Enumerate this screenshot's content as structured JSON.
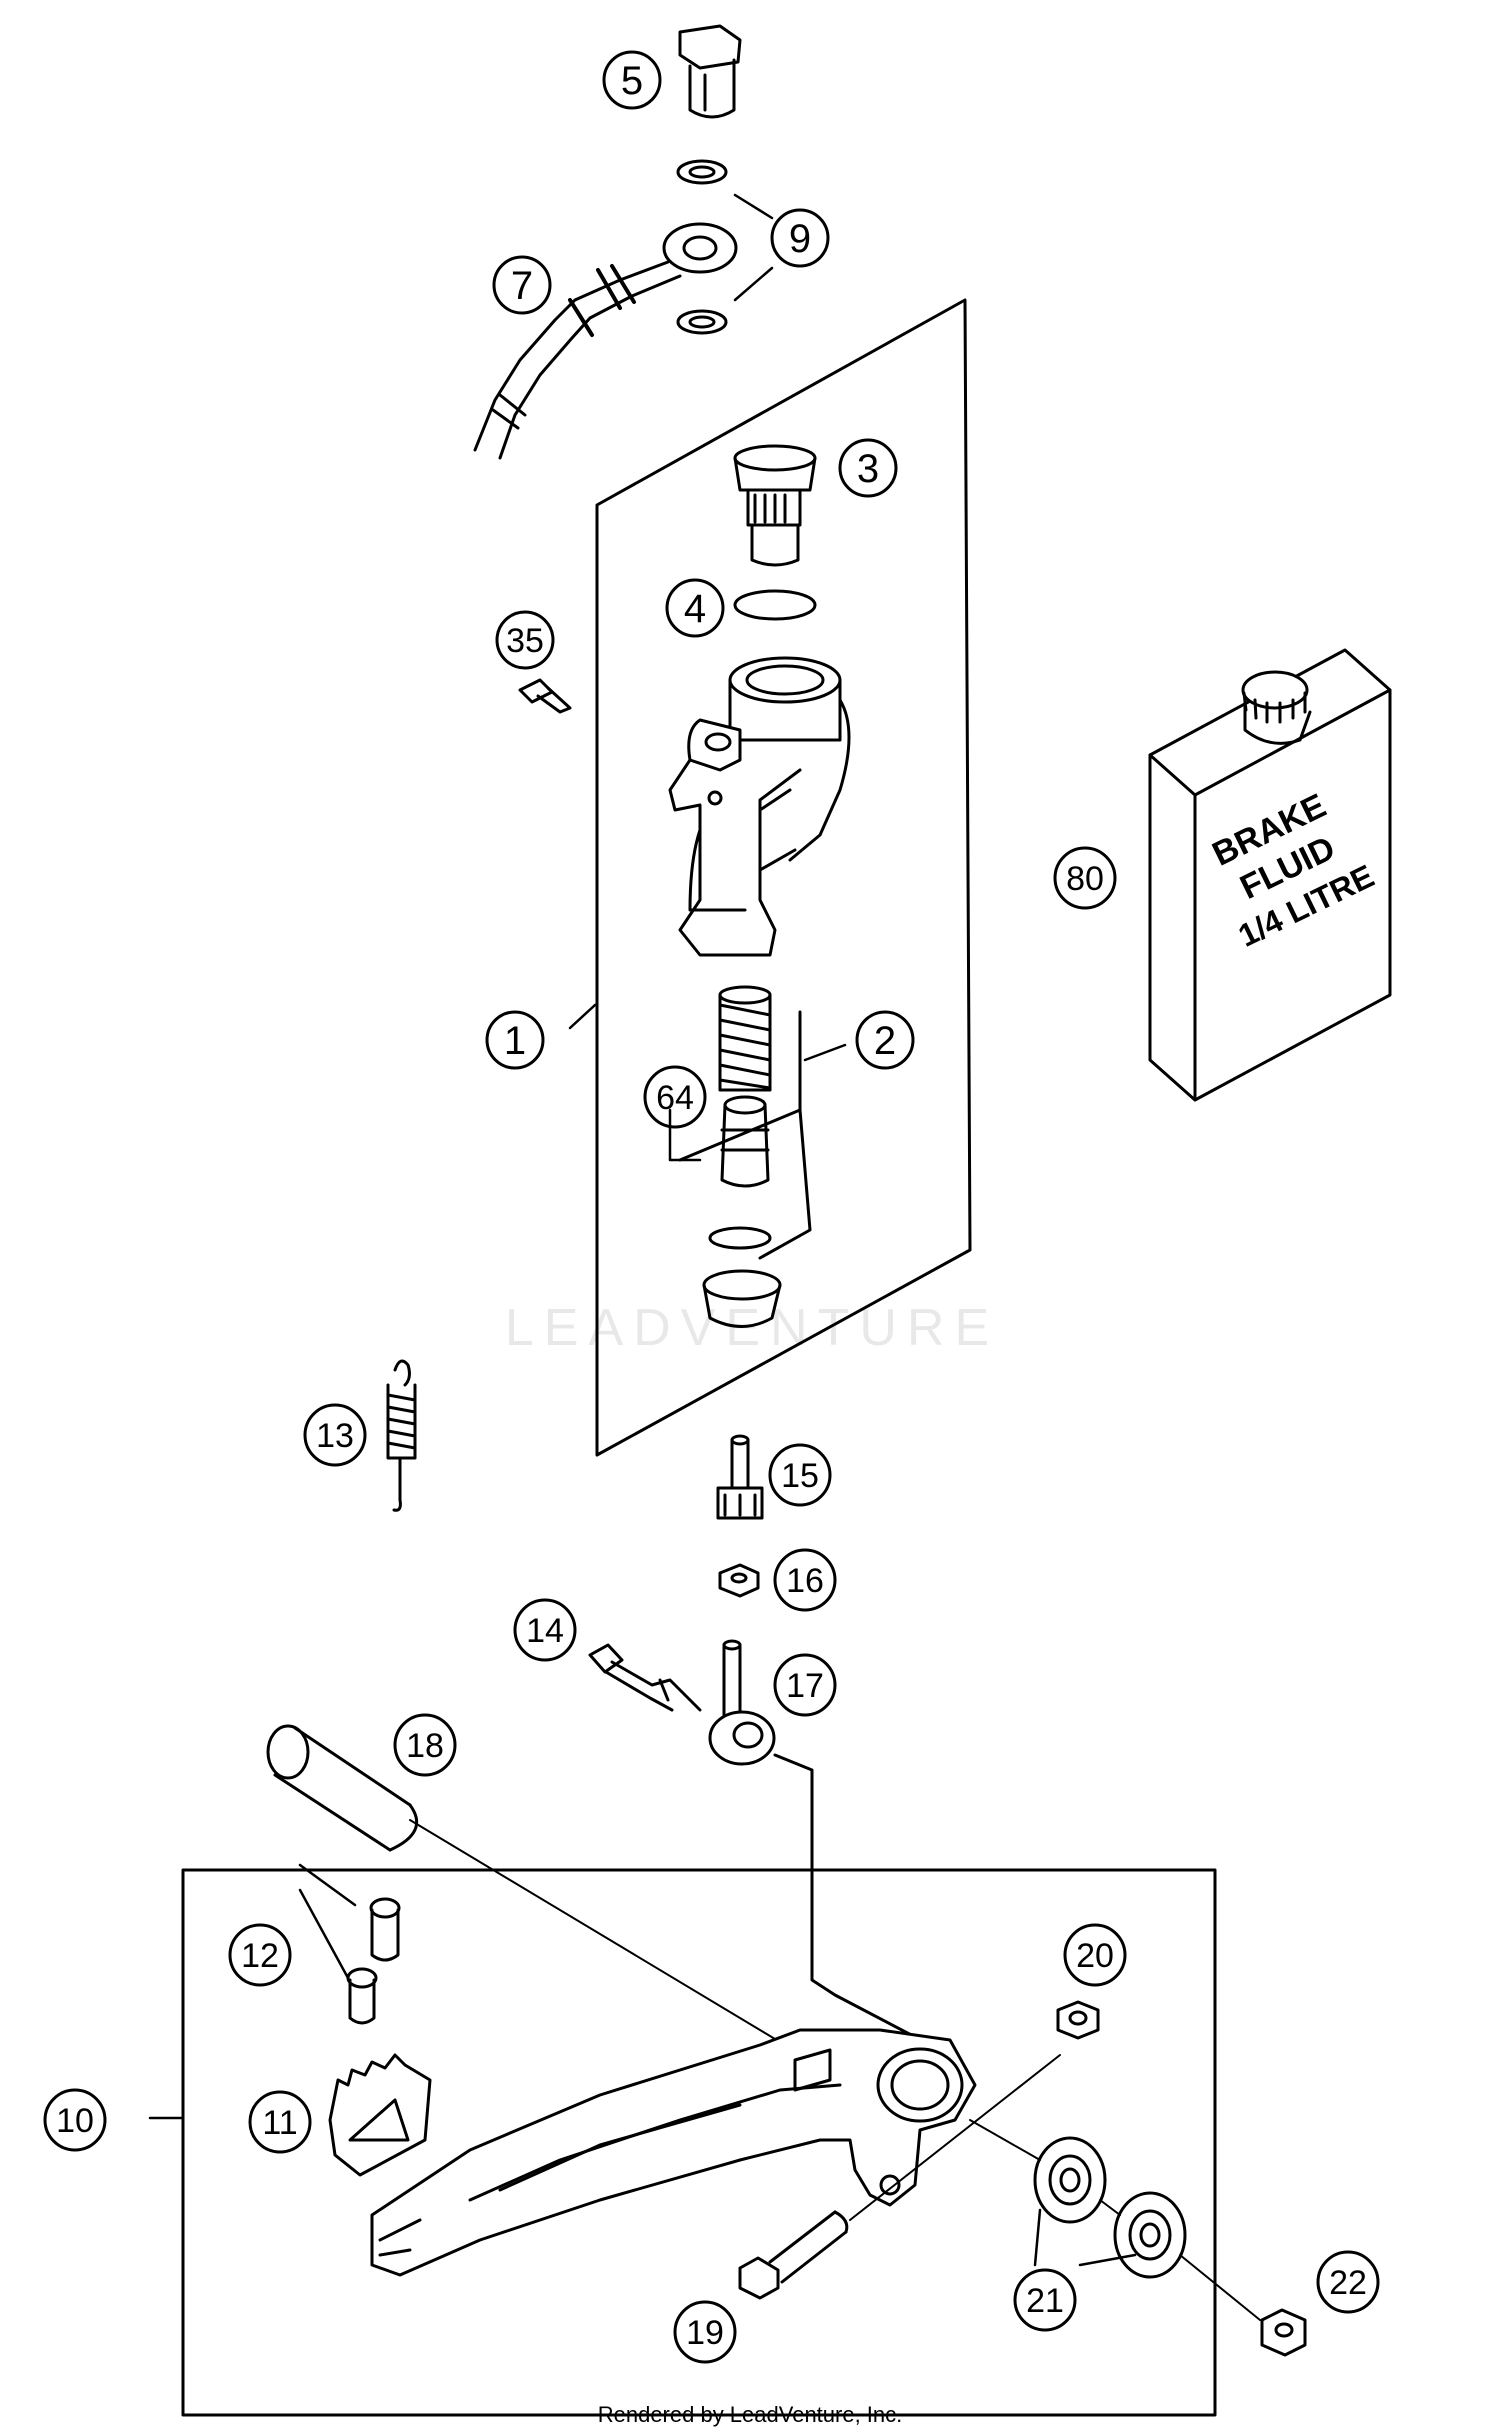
{
  "callouts": {
    "c1": "1",
    "c2": "2",
    "c3": "3",
    "c4": "4",
    "c5": "5",
    "c7": "7",
    "c9": "9",
    "c10": "10",
    "c11": "11",
    "c12": "12",
    "c13": "13",
    "c14": "14",
    "c15": "15",
    "c16": "16",
    "c17": "17",
    "c18": "18",
    "c19": "19",
    "c20": "20",
    "c21": "21",
    "c22": "22",
    "c35": "35",
    "c64": "64",
    "c80": "80"
  },
  "bottle_label": {
    "line1": "BRAKE",
    "line2": "FLUID",
    "line3": "1/4 LITRE"
  },
  "watermark": "LEADVENTURE",
  "credit": "Rendered by LeadVenture, Inc."
}
